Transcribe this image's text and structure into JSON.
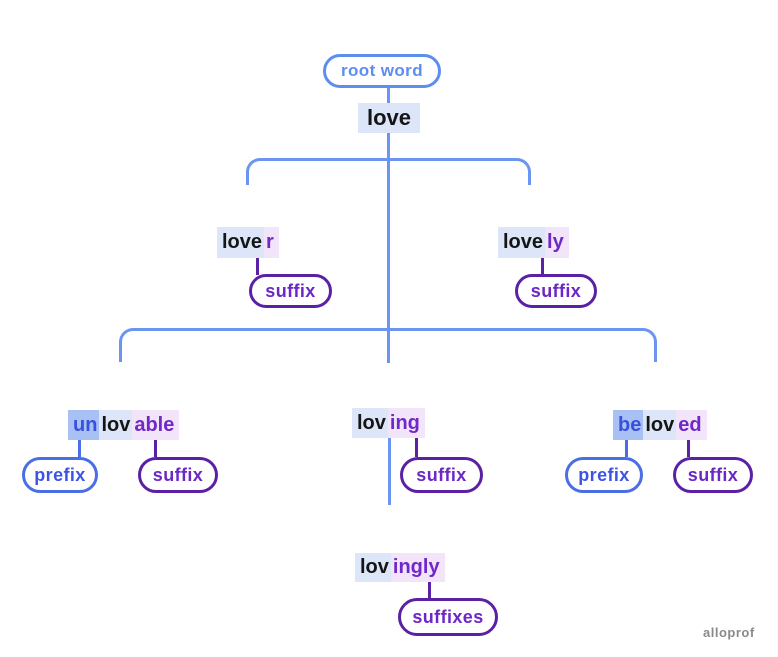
{
  "title": "root word derivation diagram",
  "root_pill_label": "root word",
  "root_word": "love",
  "watermark": "alloprof",
  "colors": {
    "line_blue": "#6B95F0",
    "prefix_text": "#3950DC",
    "prefix_bg": "#A8C0F4",
    "root_text": "#151515",
    "root_bg": "#DCE6F8",
    "suffix_text": "#7128C9",
    "suffix_bg": "#F2E4F9",
    "pill_blue_border": "#4A6EE5",
    "pill_blue_text": "#3D55E2",
    "pill_purple_border": "#5B21A4",
    "pill_purple_text": "#6B28C6",
    "root_pill_blue": "#5C8EF0",
    "watermark_gray": "#8A8A8A"
  },
  "words": {
    "lover": {
      "root": "love",
      "suffix": "r",
      "pill": "suffix"
    },
    "lovely": {
      "root": "love",
      "suffix": "ly",
      "pill": "suffix"
    },
    "unlovable": {
      "prefix": "un",
      "root": "lov",
      "suffix": "able",
      "prefix_pill": "prefix",
      "suffix_pill": "suffix"
    },
    "loving": {
      "root": "lov",
      "suffix": "ing",
      "pill": "suffix"
    },
    "beloved": {
      "prefix": "be",
      "root": "lov",
      "suffix": "ed",
      "prefix_pill": "prefix",
      "suffix_pill": "suffix"
    },
    "lovingly": {
      "root": "lov",
      "suffix": "ingly",
      "pill": "suffixes"
    }
  }
}
